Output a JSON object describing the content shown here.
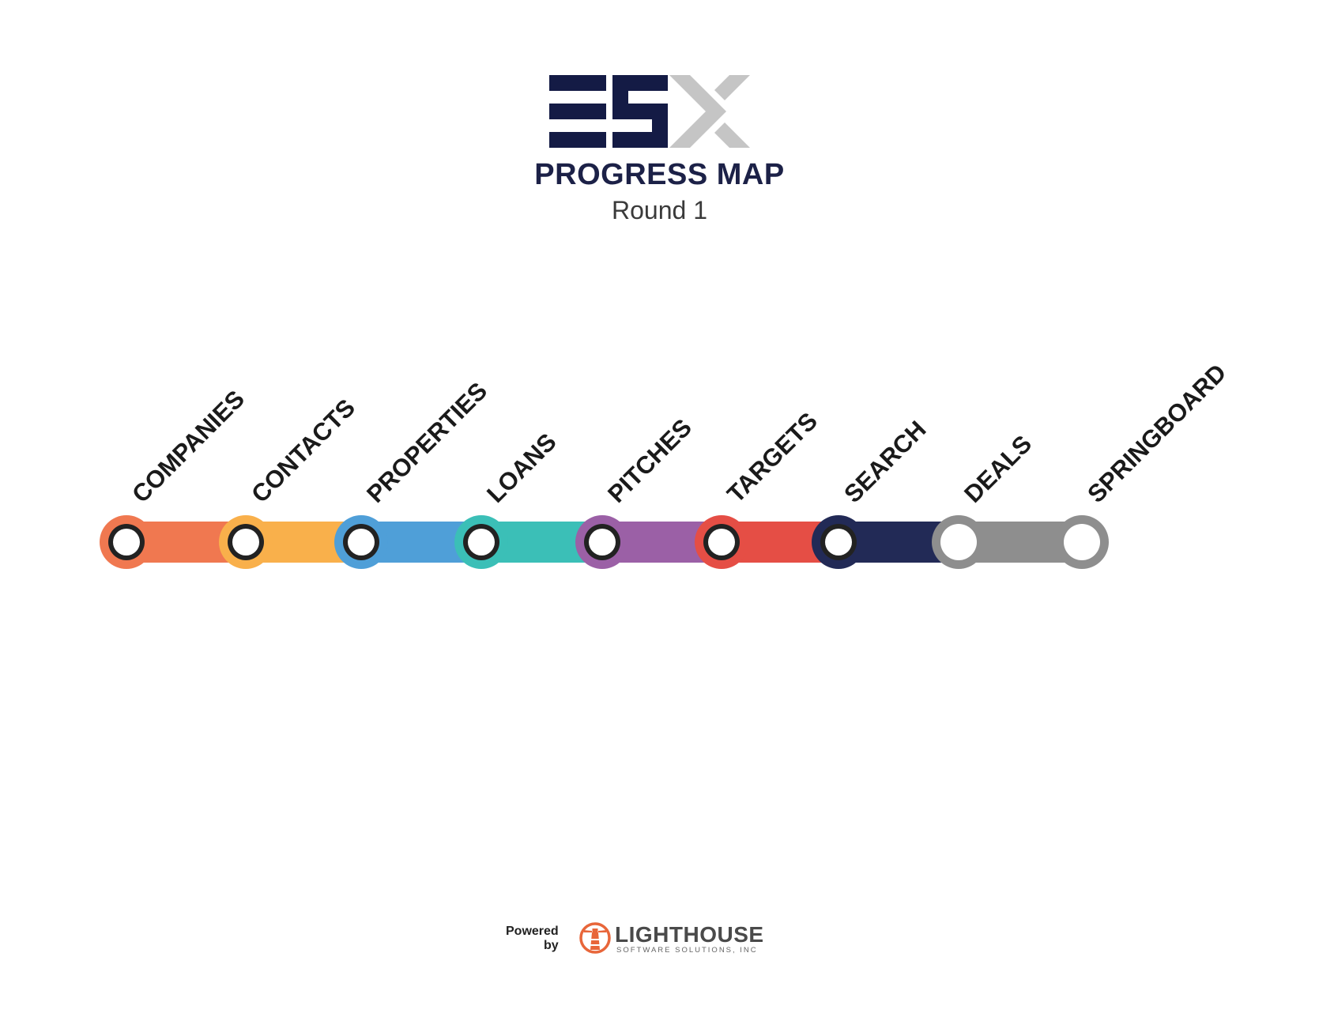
{
  "header": {
    "title": "PROGRESS MAP",
    "subtitle": "Round 1"
  },
  "logo": {
    "name": "esx-logo",
    "colors": {
      "primary": "#141b45",
      "secondary": "#c5c5c5"
    }
  },
  "progress_map": {
    "stations": [
      {
        "label": "COMPANIES",
        "color": "#f07850",
        "completed": true
      },
      {
        "label": "CONTACTS",
        "color": "#f9b04b",
        "completed": true
      },
      {
        "label": "PROPERTIES",
        "color": "#4f9fd8",
        "completed": true
      },
      {
        "label": "LOANS",
        "color": "#3bbfb7",
        "completed": true
      },
      {
        "label": "PITCHES",
        "color": "#9b60a6",
        "completed": true
      },
      {
        "label": "TARGETS",
        "color": "#e54e45",
        "completed": true
      },
      {
        "label": "SEARCH",
        "color": "#222a56",
        "completed": true
      },
      {
        "label": "DEALS",
        "color": "#8e8e8e",
        "completed": false
      },
      {
        "label": "SPRINGBOARD",
        "color": "#8e8e8e",
        "completed": false
      }
    ]
  },
  "footer": {
    "powered_line1": "Powered",
    "powered_line2": "by",
    "brand_name": "LIGHTHOUSE",
    "brand_tagline": "SOFTWARE SOLUTIONS, INC",
    "brand_color": "#e8663a",
    "brand_icon": "lighthouse-icon"
  }
}
